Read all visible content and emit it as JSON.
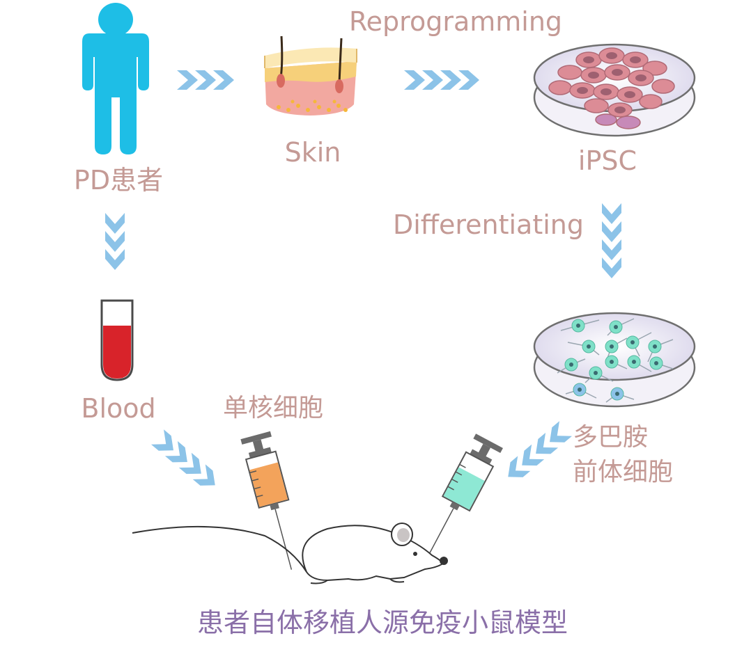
{
  "labels": {
    "patient": "PD患者",
    "skin": "Skin",
    "reprogramming": "Reprogramming",
    "ipsc": "iPSC",
    "differentiating": "Differentiating",
    "blood": "Blood",
    "mononuclear": "单核细胞",
    "dopamine_line1": "多巴胺",
    "dopamine_line2": "前体细胞",
    "caption": "患者自体移植人源免疫小鼠模型"
  },
  "colors": {
    "label": "#c49a95",
    "caption": "#8a6fa8",
    "arrow": "#8cc3e8",
    "person": "#1ebee6",
    "blood": "#d8232a",
    "syringe_left_fluid": "#f3a35b",
    "syringe_right_fluid": "#8ee8d4",
    "ipsc_cell": "#dc8c96",
    "neuron_cell": "#7fe0c8"
  },
  "icons": {
    "person": "person-icon",
    "skin": "skin-section-icon",
    "ipsc_dish": "petri-dish-icon",
    "neuron_dish": "neuron-dish-icon",
    "blood_tube": "test-tube-icon",
    "syringe_left": "syringe-icon",
    "syringe_right": "syringe-icon",
    "mouse": "mouse-icon"
  }
}
